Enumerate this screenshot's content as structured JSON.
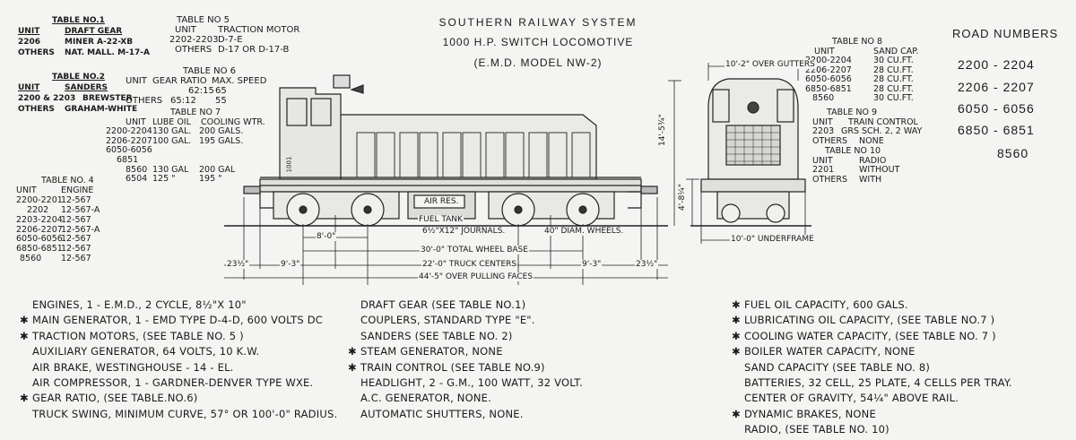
{
  "header": {
    "line1": "SOUTHERN RAILWAY SYSTEM",
    "line2": "1000 H.P. SWITCH LOCOMOTIVE",
    "line3": "(E.M.D. MODEL NW-2)"
  },
  "road_numbers": {
    "title": "ROAD NUMBERS",
    "items": [
      "2200 - 2204",
      "2206 - 2207",
      "6050 - 6056",
      "6850 - 6851",
      "8560"
    ]
  },
  "table1": {
    "title": "TABLE NO.1",
    "headers": [
      "UNIT",
      "DRAFT GEAR"
    ],
    "rows": [
      [
        "2206",
        "MINER A-22-XB"
      ],
      [
        "OTHERS",
        "NAT. MALL. M-17-A"
      ]
    ]
  },
  "table2": {
    "title": "TABLE NO.2",
    "headers": [
      "UNIT",
      "SANDERS"
    ],
    "rows": [
      [
        "2200 & 2203",
        "BREWSTER"
      ],
      [
        "OTHERS",
        "GRAHAM-WHITE"
      ]
    ]
  },
  "table4": {
    "title": "TABLE NO. 4",
    "headers": [
      "UNIT",
      "ENGINE"
    ],
    "rows": [
      [
        "2200-2201",
        "12-567"
      ],
      [
        "2202",
        "12-567-A"
      ],
      [
        "2203-2204",
        "12-567"
      ],
      [
        "2206-2207",
        "12-567-A"
      ],
      [
        "6050-6056",
        "12-567"
      ],
      [
        "6850-6851",
        "12-567"
      ],
      [
        "8560",
        "12-567"
      ]
    ]
  },
  "table5": {
    "title": "TABLE NO 5",
    "headers": [
      "UNIT",
      "TRACTION MOTOR"
    ],
    "rows": [
      [
        "2202-2203",
        "D-7-E"
      ],
      [
        "OTHERS",
        "D-17 OR D-17-B"
      ]
    ]
  },
  "table6": {
    "title": "TABLE NO 6",
    "headers": [
      "UNIT",
      "GEAR RATIO",
      "MAX. SPEED"
    ],
    "rows": [
      [
        "",
        "62:15",
        "65"
      ],
      [
        "OTHERS",
        "65:12",
        "55"
      ]
    ]
  },
  "table7": {
    "title": "TABLE NO 7",
    "headers": [
      "UNIT",
      "LUBE OIL",
      "COOLING WTR."
    ],
    "rows": [
      [
        "2200-2204",
        "130 GAL.",
        "200 GALS."
      ],
      [
        "2206-2207",
        "100 GAL.",
        "195 GALS."
      ],
      [
        "6050-6056",
        "",
        ""
      ],
      [
        "6851",
        "",
        ""
      ],
      [
        "8560",
        "130 GAL",
        "200 GAL"
      ],
      [
        "6504",
        "125 \"",
        "195 \""
      ]
    ]
  },
  "table8": {
    "title": "TABLE NO 8",
    "headers": [
      "UNIT",
      "SAND CAP."
    ],
    "rows": [
      [
        "2200-2204",
        "30 CU.FT."
      ],
      [
        "2206-2207",
        "28 CU.FT."
      ],
      [
        "6050-6056",
        "28 CU.FT."
      ],
      [
        "6850-6851",
        "28 CU.FT."
      ],
      [
        "8560",
        "30 CU.FT."
      ]
    ]
  },
  "table9": {
    "title": "TABLE NO 9",
    "headers": [
      "UNIT",
      "TRAIN CONTROL"
    ],
    "rows": [
      [
        "2203",
        "GRS SCH. 2, 2 WAY"
      ],
      [
        "OTHERS",
        "NONE"
      ]
    ]
  },
  "table10": {
    "title": "TABLE NO 10",
    "headers": [
      "UNIT",
      "RADIO"
    ],
    "rows": [
      [
        "2201",
        "WITHOUT"
      ],
      [
        "OTHERS",
        "WITH"
      ]
    ]
  },
  "drawing": {
    "labels": {
      "air_res": "AIR RES.",
      "fuel_tank": "FUEL TANK",
      "journals": "6½\"X12\" JOURNALS.",
      "wheels": "40\" DIAM. WHEELS.",
      "truck_wheelbase": "8'-0\"",
      "total_wheel_base": "30'-0\" TOTAL WHEEL BASE",
      "truck_centers": "22'-0\" TRUCK CENTERS",
      "over_pulling_faces": "44'-5\" OVER PULLING FACES",
      "end_left": "23½\"",
      "end_right": "23½\"",
      "overhang_left": "9'-3\"",
      "overhang_right": "9'-3\"",
      "height": "14'-5¾\"",
      "deck_height": "4'-8¼\"",
      "over_gutters": "10'-2\" OVER GUTTERS",
      "underframe": "10'-0\" UNDERFRAME",
      "number_plate": "1001"
    }
  },
  "specs": {
    "col1": [
      {
        "star": false,
        "text": "ENGINES, 1 - E.M.D., 2 CYCLE, 8½\"X 10\""
      },
      {
        "star": true,
        "text": "MAIN GENERATOR, 1 - EMD TYPE D-4-D, 600 VOLTS DC"
      },
      {
        "star": true,
        "text": "TRACTION MOTORS, (SEE TABLE NO. 5 )"
      },
      {
        "star": false,
        "text": "AUXILIARY GENERATOR, 64 VOLTS, 10 K.W."
      },
      {
        "star": false,
        "text": "AIR BRAKE, WESTINGHOUSE - 14 - EL."
      },
      {
        "star": false,
        "text": "AIR COMPRESSOR, 1 - GARDNER-DENVER TYPE WXE."
      },
      {
        "star": true,
        "text": "GEAR RATIO, (SEE TABLE.NO.6)"
      },
      {
        "star": false,
        "text": "TRUCK SWING, MINIMUM CURVE, 57° OR 100'-0\" RADIUS."
      }
    ],
    "col2": [
      {
        "star": false,
        "text": "DRAFT GEAR (SEE TABLE NO.1)"
      },
      {
        "star": false,
        "text": "COUPLERS, STANDARD TYPE \"E\"."
      },
      {
        "star": false,
        "text": "SANDERS (SEE TABLE NO. 2)"
      },
      {
        "star": true,
        "text": "STEAM GENERATOR, NONE"
      },
      {
        "star": true,
        "text": "TRAIN CONTROL (SEE TABLE NO.9)"
      },
      {
        "star": false,
        "text": "HEADLIGHT, 2 - G.M., 100 WATT, 32 VOLT."
      },
      {
        "star": false,
        "text": "A.C. GENERATOR, NONE."
      },
      {
        "star": false,
        "text": "AUTOMATIC SHUTTERS, NONE."
      }
    ],
    "col3": [
      {
        "star": true,
        "text": "FUEL OIL CAPACITY, 600 GALS."
      },
      {
        "star": true,
        "text": "LUBRICATING OIL CAPACITY, (SEE TABLE NO.7 )"
      },
      {
        "star": true,
        "text": "COOLING WATER CAPACITY, (SEE TABLE NO. 7 )"
      },
      {
        "star": true,
        "text": "BOILER WATER CAPACITY, NONE"
      },
      {
        "star": false,
        "text": "SAND CAPACITY (SEE TABLE NO. 8)"
      },
      {
        "star": false,
        "text": "BATTERIES, 32 CELL, 25 PLATE, 4 CELLS PER TRAY."
      },
      {
        "star": false,
        "text": "CENTER OF GRAVITY, 54¼\" ABOVE RAIL."
      },
      {
        "star": true,
        "text": "DYNAMIC BRAKES, NONE"
      },
      {
        "star": false,
        "text": "RADIO, (SEE TABLE NO. 10)"
      }
    ]
  }
}
